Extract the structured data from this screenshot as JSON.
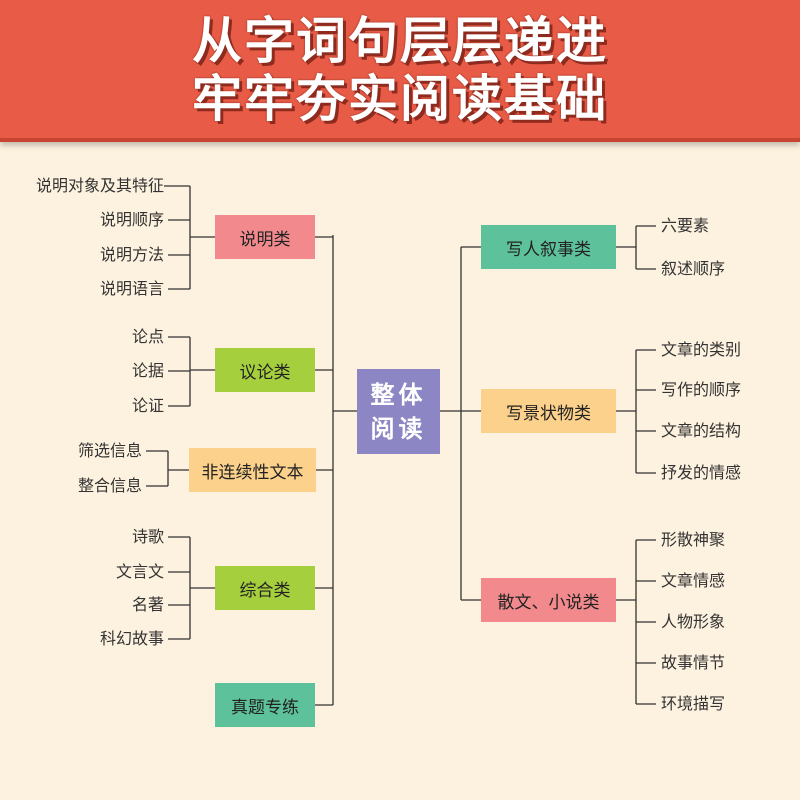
{
  "header": {
    "line1": "从字词句层层递进",
    "line2": "牢牢夯实阅读基础"
  },
  "center": {
    "line1": "整体",
    "line2": "阅读"
  },
  "left": {
    "shuoming": {
      "label": "说明类",
      "items": [
        "说明对象及其特征",
        "说明顺序",
        "说明方法",
        "说明语言"
      ]
    },
    "yilun": {
      "label": "议论类",
      "items": [
        "论点",
        "论据",
        "论证"
      ]
    },
    "feilianxu": {
      "label": "非连续性文本",
      "items": [
        "筛选信息",
        "整合信息"
      ]
    },
    "zonghe": {
      "label": "综合类",
      "items": [
        "诗歌",
        "文言文",
        "名著",
        "科幻故事"
      ]
    },
    "zhenti": {
      "label": "真题专练"
    }
  },
  "right": {
    "xieren": {
      "label": "写人叙事类",
      "items": [
        "六要素",
        "叙述顺序"
      ]
    },
    "xiejing": {
      "label": "写景状物类",
      "items": [
        "文章的类别",
        "写作的顺序",
        "文章的结构",
        "抒发的情感"
      ]
    },
    "sanwen": {
      "label": "散文、小说类",
      "items": [
        "形散神聚",
        "文章情感",
        "人物形象",
        "故事情节",
        "环境描写"
      ]
    }
  },
  "colors": {
    "banner": "#e85c47",
    "background": "#fdf2df",
    "center": "#8c86c4",
    "pink": "#f28a8d",
    "green": "#a6cf3d",
    "peach": "#fcd18b",
    "teal": "#5dc29b",
    "line": "#333333"
  }
}
